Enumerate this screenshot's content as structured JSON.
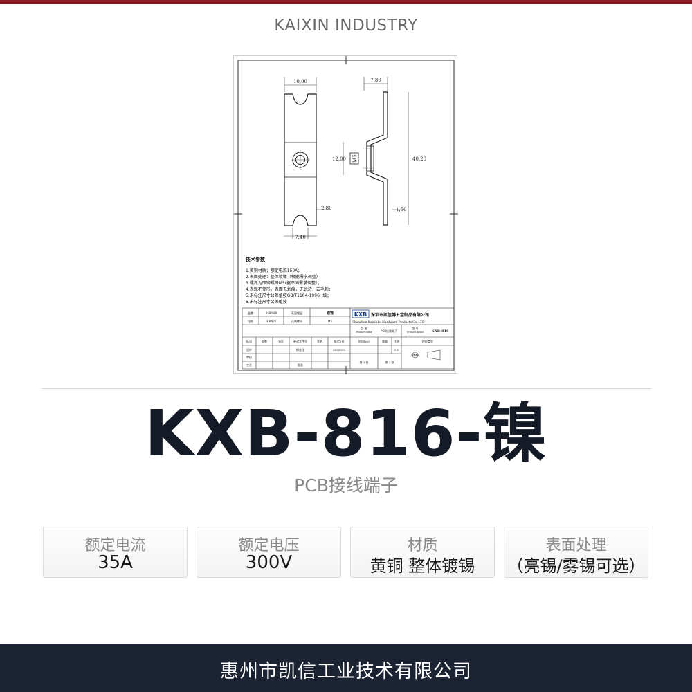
{
  "brand": "KAIXIN INDUSTRY",
  "drawing": {
    "dims": {
      "top_width": "10,00",
      "side_width": "7,80",
      "bottom_width": "7,40",
      "hole_height": "12,00",
      "total_height": "40,20",
      "thickness_a": "2,80",
      "thickness_b": "1,50",
      "thread": "M5"
    },
    "tech_title": "技术参数",
    "tech_lines": [
      "1.黄铜材质；额定电流150A；",
      "2.表面处理：整体镀镍（根据需求调整）",
      "3.螺孔为压铆螺母M5(据不同需求调整）；",
      "4.表观不变形，表面无划痕，无锐边，去毛刺；",
      "5.未标注尺寸公差值按GB/T1184-1996H级；",
      "6.未标注尺寸公差值按"
    ],
    "title_block": {
      "logo": "KXB",
      "company_cn": "深圳市凯信博五金制品有限公司",
      "company_en": "Shenzhen Kaixinbo Hardware Products Co.,LTD",
      "r1": [
        "盐雾",
        "240/480",
        "表面镀层",
        "镀镍"
      ],
      "r2": [
        "扭矩",
        "3.8N.m",
        "压线螺母",
        "M5"
      ],
      "product_name_label": "品 名",
      "product_name_label_en": "Product Name",
      "product_name": "PCB接线端子",
      "model_label": "型 号",
      "model_label_en": "Product model",
      "model": "KXB-816",
      "sign_headers": [
        "标记",
        "处数",
        "分区",
        "更改文件号",
        "签名",
        "年/月/日",
        "阶段标记",
        "重量",
        "比例"
      ],
      "design": "设计",
      "standardize": "标准化",
      "date": "2025/2/2",
      "scale": "1:1",
      "review": "审核",
      "craft": "工艺",
      "approve": "批准",
      "sheets_total": "共 1 张",
      "sheet_no": "第 1 张",
      "projection": "投影类型"
    }
  },
  "model": "KXB-816-镍",
  "subtitle": "PCB接线端子",
  "specs": [
    {
      "label": "额定电流",
      "value": "35A"
    },
    {
      "label": "额定电压",
      "value": "300V"
    },
    {
      "label": "材质",
      "value": "黄铜 整体镀锡"
    },
    {
      "label": "表面处理",
      "value": "（亮锡/雾锡可选）"
    }
  ],
  "footer": "惠州市凯信工业技术有限公司",
  "colors": {
    "top_bar": "#8b1a22",
    "footer_bg": "#1c2333",
    "model_text": "#141a26"
  }
}
